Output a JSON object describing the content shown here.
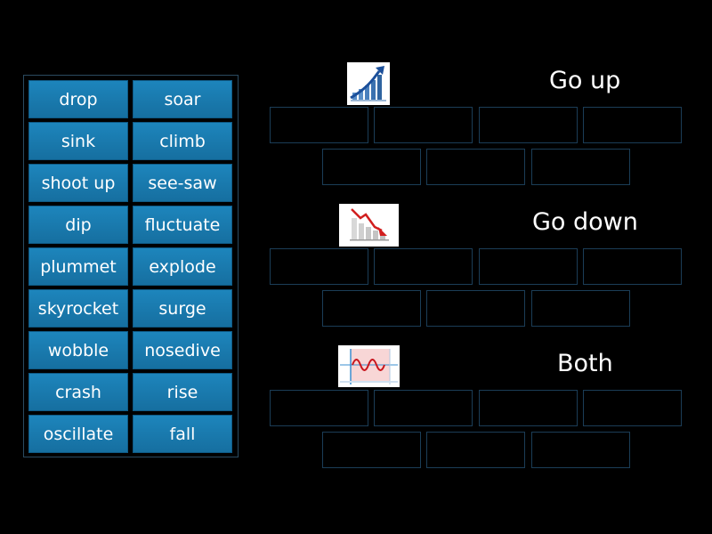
{
  "word_bank": {
    "left_column": [
      "drop",
      "sink",
      "shoot up",
      "dip",
      "plummet",
      "skyrocket",
      "wobble",
      "crash",
      "oscillate"
    ],
    "right_column": [
      "soar",
      "climb",
      "see-saw",
      "fluctuate",
      "explode",
      "surge",
      "nosedive",
      "rise",
      "fall"
    ]
  },
  "categories": [
    {
      "title": "Go up",
      "icon": "rising-chart-icon"
    },
    {
      "title": "Go down",
      "icon": "falling-chart-icon"
    },
    {
      "title": "Both",
      "icon": "wave-chart-icon"
    }
  ],
  "colors": {
    "tile": "#1a7aae",
    "slot_border": "#1b3d57",
    "background": "#000000"
  }
}
